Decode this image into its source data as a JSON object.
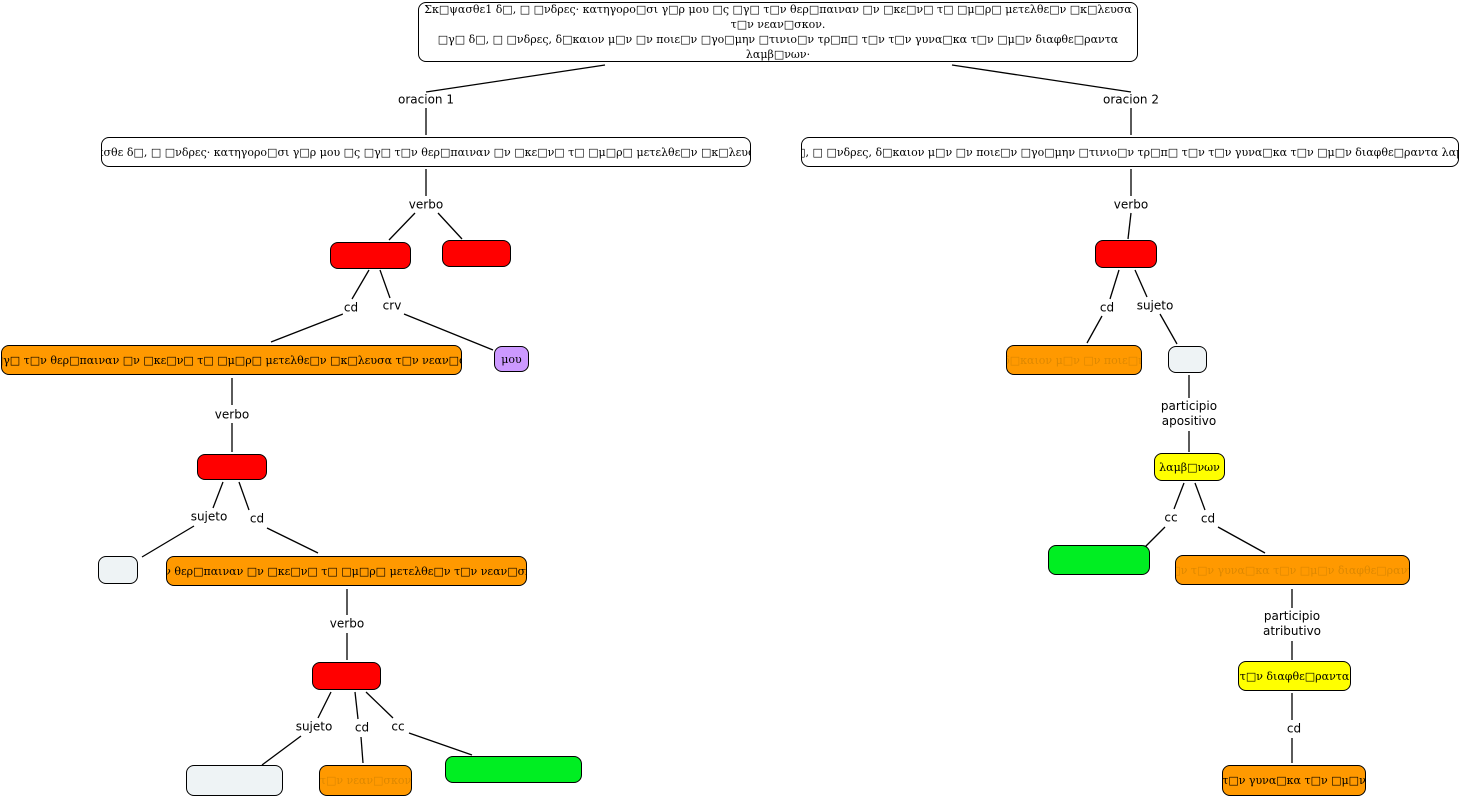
{
  "colors": {
    "white": "#ffffff",
    "red": "#ff0000",
    "orange": "#ff9900",
    "purple": "#cc99ff",
    "gray": "#eef3f5",
    "yellow": "#ffff00",
    "green": "#00ee22"
  },
  "nodes": {
    "root": "Σκ□ψασθε1 δ□, □ □νδρες· κατηγορο□σι γ□ρ μου □ς □γ□ τ□ν θερ□παιναν □ν □κε□ν□ τ□ □μ□ρ□ μετελθε□ν □κ□λευσα τ□ν νεαν□σκον.\n□γ□ δ□, □ □νδρες, δ□καιον μ□ν □ν ποιε□ν □γο□μην □τινιο□ν τρ□π□ τ□ν τ□ν γυνα□κα τ□ν □μ□ν διαφθε□ραντα λαμβ□νων·",
    "s1": "Σκ□ψασθε δ□, □ □νδρες· κατηγορο□σι γ□ρ μου □ς □γ□ τ□ν θερ□παιναν □ν □κε□ν□ τ□ □μ□ρ□ μετελθε□ν □κ□λευσα τ□ν",
    "s2": "□γ□ δ□, □ □νδρες, δ□καιον μ□ν □ν ποιε□ν □γο□μην □τινιο□ν τρ□π□ τ□ν τ□ν γυνα□κα τ□ν □μ□ν διαφθε□ραντα λαμβ□νων",
    "v1a": "",
    "v1b": "",
    "cd1": "□ς □γ□ τ□ν θερ□παιναν □ν □κε□ν□ τ□ □μ□ρ□ μετελθε□ν □κ□λευσα τ□ν νεαν□σκον.",
    "mou": "μου",
    "v2": "",
    "suj2": "",
    "cd2": "τ□ν θερ□παιναν □ν □κε□ν□ τ□ □μ□ρ□ μετελθε□ν  τ□ν νεαν□σκον",
    "v3": "",
    "suj3": "",
    "cd3": "τ□ν νεαν□σκον",
    "cc3": "",
    "vR": "",
    "cdR": "δ□καιον μ□ν □ν ποιε□ν",
    "sujR": "",
    "lamb": "λαμβ□νων",
    "ccR": "",
    "cdR2": "τ□ν τ□ν γυνα□κα τ□ν □μ□ν διαφθε□ραντα",
    "diaf": "τ□ν  διαφθε□ραντα",
    "cdR3": "τ□ν γυνα□κα τ□ν □μ□ν"
  },
  "labels": {
    "oracion1": "oracion 1",
    "oracion2": "oracion 2",
    "verbo_s1": "verbo",
    "cd_v1": "cd",
    "crv_v1": "crv",
    "verbo_cd1": "verbo",
    "sujeto_v2": "sujeto",
    "cd_v2": "cd",
    "verbo_cd2": "verbo",
    "sujeto_v3": "sujeto",
    "cd_v3": "cd",
    "cc_v3": "cc",
    "verbo_s2": "verbo",
    "cd_vR": "cd",
    "sujeto_vR": "sujeto",
    "participio_apositivo": "participio\napositivo",
    "cc_lamb": "cc",
    "cd_lamb": "cd",
    "participio_atributivo": "participio\natributivo",
    "cd_diaf": "cd"
  }
}
